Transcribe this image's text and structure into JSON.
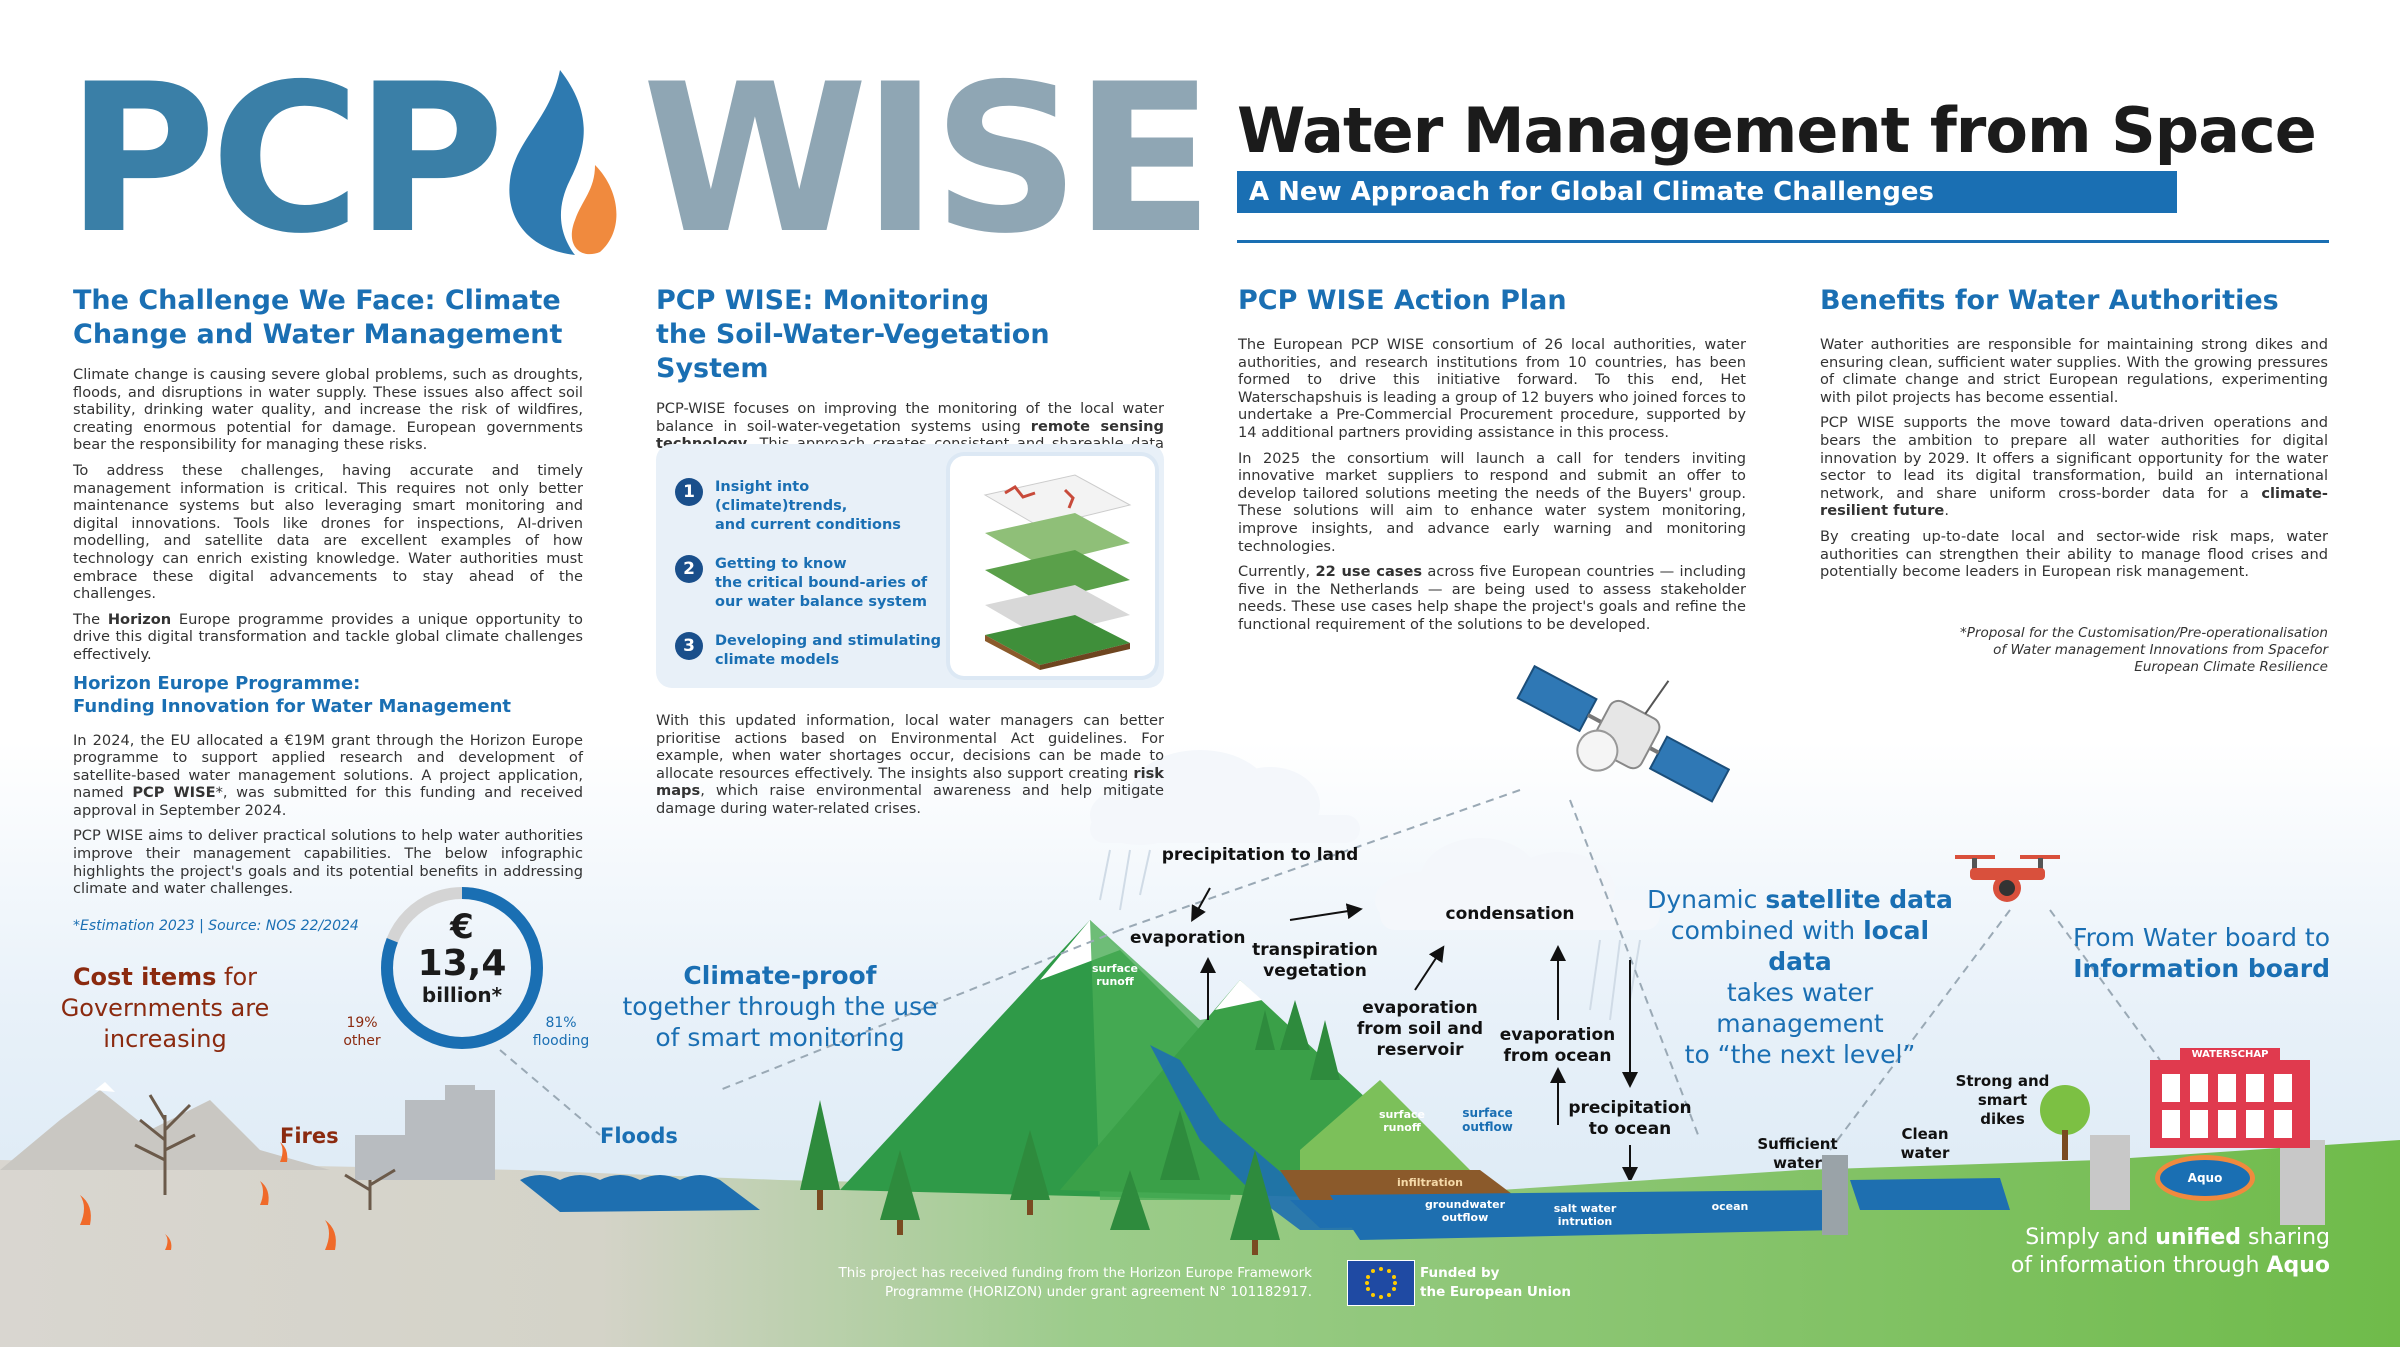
{
  "logo": {
    "part1": "PCP",
    "part2": "WISE"
  },
  "header": {
    "title": "Water Management from Space",
    "subtitle": "A New Approach for Global Climate Challenges"
  },
  "col1": {
    "heading_line1": "The Challenge We Face:  Climate",
    "heading_line2": "Change and Water Management",
    "p1": "Climate change is causing severe global problems, such as droughts, floods, and disruptions in water supply. These issues also affect soil stability, drinking water quality, and increase the risk of wildfires, creating enormous potential for damage. European governments bear the responsibility for managing these risks.",
    "p2": "To address these challenges, having accurate and timely management information is critical. This requires not only better maintenance systems but also leveraging smart monitoring and digital innovations. Tools like drones for inspections, AI-driven modelling, and satellite data are excellent examples of how technology can enrich existing knowledge. Water authorities must embrace these digital advancements to stay ahead of the challenges.",
    "p3_pre": "The ",
    "p3_bold": "Horizon",
    "p3_post": " Europe programme provides a unique opportunity to drive this digital transformation and tackle global climate challenges effectively.",
    "subheading_line1": "Horizon Europe Programme:",
    "subheading_line2": "Funding Innovation for Water Management",
    "p4_pre": "In 2024, the EU allocated a €19M grant through the Horizon Europe programme to support applied research and development of satellite-based water management solutions. A project application, named ",
    "p4_bold": "PCP WISE",
    "p4_post": "*, was submitted for this funding and received approval in September 2024.",
    "p5": "PCP WISE aims to deliver practical solutions to help water authorities improve their management capabilities. The below infographic highlights the project's goals and its potential benefits in addressing climate and water challenges.",
    "footnote": "*Estimation 2023 | Source: NOS 22/2024"
  },
  "col2": {
    "heading_line1": "PCP WISE: Monitoring",
    "heading_line2": "the Soil-Water-Vegetation System",
    "p1_pre": "PCP-WISE focuses on improving the monitoring of the local water balance in soil-water-vegetation systems using ",
    "p1_bold": "remote sensing technology",
    "p1_post": ". This approach creates consistent and shareable data about water conditions.",
    "steps": [
      {
        "num": "1",
        "line1": "Insight into (climate)trends,",
        "line2": "and current conditions",
        "line3": ""
      },
      {
        "num": "2",
        "line1": "Getting to know",
        "line2": "the critical bound-aries of",
        "line3": "our water balance system"
      },
      {
        "num": "3",
        "line1": "Developing and stimulating",
        "line2": "climate models",
        "line3": ""
      }
    ],
    "p2_pre": "With this updated information, local water managers can better prioritise actions based on Environmental Act guidelines. For example, when water shortages occur, decisions can be made to allocate resources effectively. The insights also support creating ",
    "p2_bold": "risk maps",
    "p2_post": ", which raise environmental awareness and help mitigate damage during water-related crises."
  },
  "col3": {
    "heading": "PCP WISE Action Plan",
    "p1": "The European PCP WISE consortium of 26 local authorities, water authorities, and research institutions from 10 countries, has been formed to drive this initiative forward. To this end, Het Waterschapshuis is leading a group of 12 buyers who joined forces to undertake a Pre-Commercial Procurement procedure, supported by 14 additional partners providing assistance in this process.",
    "p2": "In 2025 the consortium will launch a call for tenders inviting innovative market suppliers to respond and submit an offer to develop tailored solutions meeting the needs of the Buyers' group. These solutions will aim to enhance water system monitoring, improve insights, and advance early warning and monitoring technologies.",
    "p3_pre": "Currently, ",
    "p3_bold": "22 use cases",
    "p3_post": " across five European countries — including five in the Netherlands — are being used to assess stakeholder needs. These use cases help shape the project's goals and refine the functional requirement of the solutions to be developed."
  },
  "col4": {
    "heading": "Benefits for Water Authorities",
    "p1": "Water authorities are responsible for maintaining strong dikes and ensuring clean, sufficient water supplies. With the growing pressures of climate change and strict European regulations, experimenting with pilot projects has become essential.",
    "p2_pre": "PCP WISE supports the move toward data-driven operations and bears the ambition to prepare all water authorities for digital innovation by 2029. It offers a significant opportunity for the water sector to lead its digital transformation, build an international network, and share uniform cross-border data for a ",
    "p2_bold": "climate-resilient future",
    "p2_post": ".",
    "p3": "By creating up-to-date local and sector-wide risk maps, water authorities can strengthen their ability to manage flood crises and potentially become leaders in European risk management.",
    "note_line1": "*Proposal for the Customisation/Pre-operationalisation",
    "note_line2": "of Water management Innovations from Spacefor",
    "note_line3": "European Climate Resilience"
  },
  "infographic": {
    "cost_line1_bold": "Cost items",
    "cost_line1_rest": " for",
    "cost_line2": "Governments are",
    "cost_line3": "increasing",
    "donut_currency": "€",
    "donut_value": "13,4",
    "donut_unit": "billion*",
    "pct_other": "19%",
    "pct_other_label": "other",
    "pct_flooding": "81%",
    "pct_flooding_label": "flooding",
    "share_flooding": 0.81,
    "climate_line1": "Climate-proof",
    "climate_line2": "together through the use",
    "climate_line3": "of smart monitoring",
    "fires": "Fires",
    "floods": "Floods",
    "precip_land_bold": "precipitation",
    "precip_land_rest": " to land",
    "evaporation": "evaporation",
    "transpiration_line1": "transpiration",
    "transpiration_line2": "vegetation",
    "condensation": "condensation",
    "evap_soil_line1": "evaporation",
    "evap_soil_line2": "from soil and",
    "evap_soil_line3": "reservoir",
    "evap_ocean_line1": "evaporation",
    "evap_ocean_line2": "from ocean",
    "precip_ocean_line1": "precipitation",
    "precip_ocean_line2": "to ocean",
    "surface_runoff_1_line1": "surface",
    "surface_runoff_1_line2": "runoff",
    "surface_runoff_2_line1": "surface",
    "surface_runoff_2_line2": "runoff",
    "surface_outflow_line1": "surface",
    "surface_outflow_line2": "outflow",
    "infiltration": "infiltration",
    "groundwater_outflow": "groundwater outflow",
    "salt_water_line1": "salt water",
    "salt_water_line2": "intrution",
    "ocean": "ocean",
    "sufficient_line1": "Sufficient",
    "sufficient_line2": "water",
    "clean_line1": "Clean",
    "clean_line2": "water",
    "dikes_line1": "Strong and",
    "dikes_line2": "smart",
    "dikes_line3": "dikes",
    "dynamic_line1_a": "Dynamic ",
    "dynamic_line1_b": "satellite data",
    "dynamic_line2_a": "combined with ",
    "dynamic_line2_b": "local data",
    "dynamic_line3": "takes water  management",
    "dynamic_line4": "to “the next level”",
    "from_board_line1": "From Water board to",
    "from_board_line2": "Information board",
    "waterschap": "WATERSCHAP",
    "aquo_logo": "Aquo",
    "simply_line1_a": "Simply and ",
    "simply_line1_b": "unified",
    "simply_line1_c": " sharing",
    "simply_line2_a": "of information through ",
    "simply_line2_b": "Aquo",
    "funding_line1": "This project has received funding from the Horizon Europe Framework",
    "funding_line2": "Programme (HORIZON) under grant agreement N° 101182917.",
    "eu_line1": "Funded by",
    "eu_line2": "the European Union"
  },
  "colors": {
    "brand_blue": "#1a6fb3",
    "logo_dark": "#3a7fa7",
    "logo_grey": "#8fa6b4",
    "flame_blue": "#2e7ab0",
    "flame_orange": "#f08a3e",
    "cost_red": "#8b2a0f",
    "eu_blue": "#1f4aa3"
  }
}
